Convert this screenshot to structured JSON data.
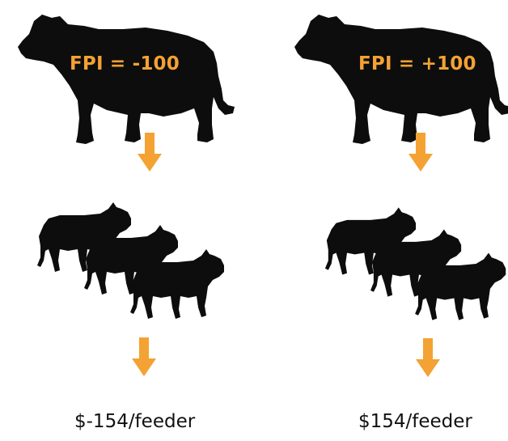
{
  "colors": {
    "silhouette": "#0d0d0d",
    "accent": "#f4a233",
    "text": "#111111",
    "background": "#ffffff"
  },
  "panels": [
    {
      "bull_icon": "bull-silhouette-icon",
      "fpi_label": "FPI = -100",
      "arrow_icon": "down-arrow-icon",
      "calves_icon": "three-calves-silhouette-icon",
      "outcome": "$-154/feeder"
    },
    {
      "bull_icon": "bull-silhouette-icon",
      "fpi_label": "FPI = +100",
      "arrow_icon": "down-arrow-icon",
      "calves_icon": "three-calves-silhouette-icon",
      "outcome": "$154/feeder"
    }
  ]
}
